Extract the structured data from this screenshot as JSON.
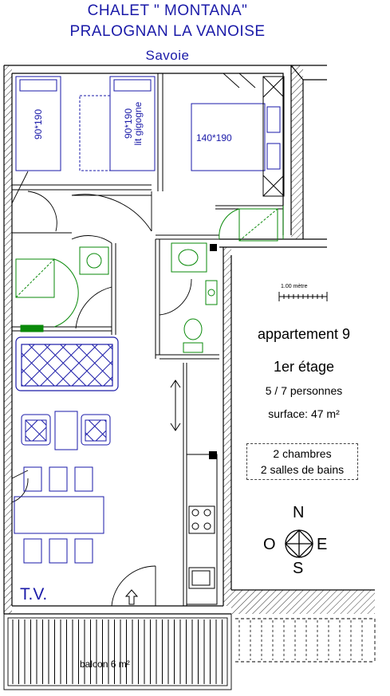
{
  "header": {
    "line1": "CHALET \" MONTANA\"",
    "line2": "PRALOGNAN  LA  VANOISE",
    "line3": "Savoie"
  },
  "info": {
    "apartment": "appartement 9",
    "floor": "1er étage",
    "persons": "5 / 7 personnes",
    "surface": "surface: 47 m²",
    "rooms_line1": "2 chambres",
    "rooms_line2": "2 salles de bains"
  },
  "scale_label": "1.00 mètre",
  "beds": {
    "bed1": "90*190",
    "bed2_line1": "90*190",
    "bed2_line2": "lit gigogne",
    "bed3": "140*190"
  },
  "tv_label": "T.V.",
  "balcony_label": "balcon 6 m²",
  "compass": {
    "north": "N",
    "south": "S",
    "east": "E",
    "west": "O"
  },
  "colors": {
    "title": "#1a1aa8",
    "furniture": "#1a1aa8",
    "fixtures": "#0a8a0a",
    "walls": "#000000"
  }
}
